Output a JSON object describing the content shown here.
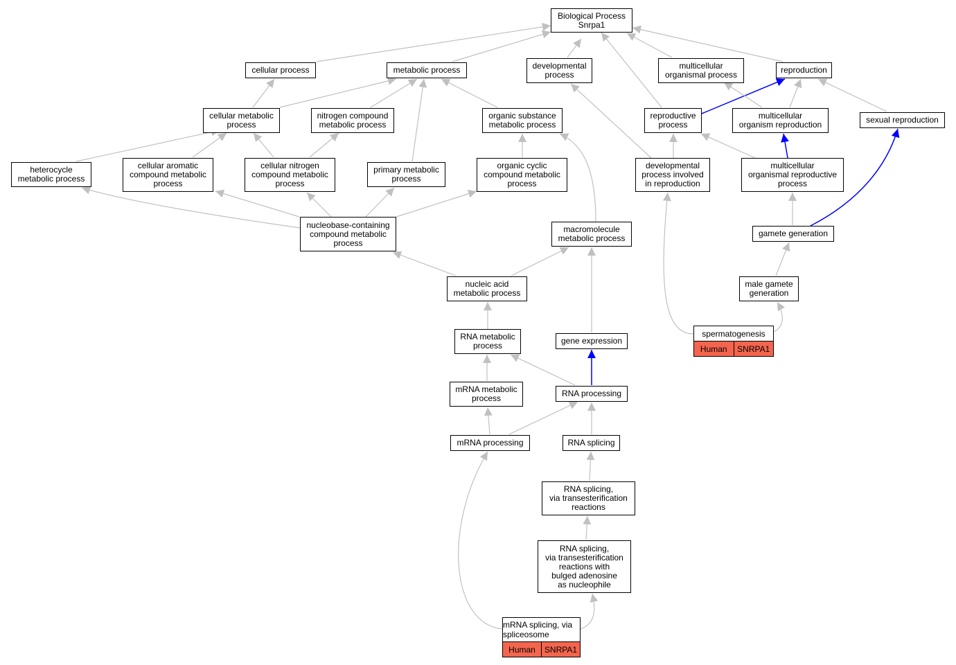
{
  "colors": {
    "edge": "#c0c0c0",
    "highlight_edge": "#0000ff",
    "tag": "#f4654e"
  },
  "nodes": {
    "bp": "Biological Process\nSnrpa1",
    "cellular_process": "cellular process",
    "metabolic_process": "metabolic process",
    "developmental_process": "developmental\nprocess",
    "multicellular_organismal_process": "multicellular\norganismal process",
    "reproduction": "reproduction",
    "cellular_metabolic_process": "cellular metabolic\nprocess",
    "nitrogen_compound_metabolic_process": "nitrogen compound\nmetabolic process",
    "organic_substance_metabolic_process": "organic substance\nmetabolic process",
    "reproductive_process": "reproductive\nprocess",
    "multicellular_organism_reproduction": "multicellular\norganism reproduction",
    "sexual_reproduction": "sexual reproduction",
    "heterocycle_metabolic_process": "heterocycle\nmetabolic process",
    "cellular_aromatic_compound_metabolic_process": "cellular aromatic\ncompound metabolic\nprocess",
    "cellular_nitrogen_compound_metabolic_process": "cellular nitrogen\ncompound metabolic\nprocess",
    "primary_metabolic_process": "primary metabolic\nprocess",
    "organic_cyclic_compound_metabolic_process": "organic cyclic\ncompound metabolic\nprocess",
    "developmental_process_involved_in_reproduction": "developmental\nprocess involved\nin reproduction",
    "multicellular_organismal_reproductive_process": "multicellular\norganismal reproductive\nprocess",
    "nucleobase_containing_compound_metabolic_process": "nucleobase-containing\ncompound metabolic\nprocess",
    "macromolecule_metabolic_process": "macromolecule\nmetabolic process",
    "gamete_generation": "gamete generation",
    "nucleic_acid_metabolic_process": "nucleic acid\nmetabolic process",
    "male_gamete_generation": "male gamete\ngeneration",
    "rna_metabolic_process": "RNA metabolic\nprocess",
    "gene_expression": "gene expression",
    "mrna_metabolic_process": "mRNA metabolic\nprocess",
    "rna_processing": "RNA processing",
    "mrna_processing": "mRNA processing",
    "rna_splicing": "RNA splicing",
    "rna_splicing_transesterification": "RNA splicing,\nvia transesterification\nreactions",
    "rna_splicing_bulged_adenosine": "RNA splicing,\nvia transesterification\nreactions with\nbulged adenosine\nas nucleophile"
  },
  "annotated": {
    "spermatogenesis": {
      "label": "spermatogenesis",
      "species": "Human",
      "gene": "SNRPA1"
    },
    "mrna_splicing_spliceosome": {
      "label": "mRNA splicing,\nvia spliceosome",
      "species": "Human",
      "gene": "SNRPA1"
    }
  }
}
